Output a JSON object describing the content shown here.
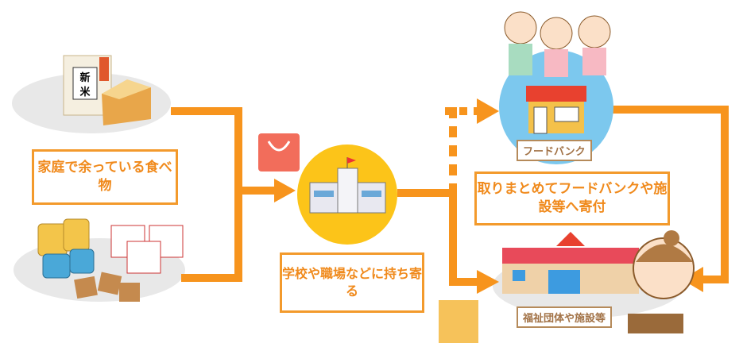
{
  "labels": {
    "household_food": "家庭で余っている食べ物",
    "bring_to_school": "学校や職場などに持ち寄る",
    "donate": "取りまとめてフードバンクや施設等へ寄付",
    "food_bank": "フードバンク",
    "welfare": "福祉団体や施設等",
    "rice_bag": "新米"
  },
  "colors": {
    "arrow": "#f7941d",
    "box_border": "#f39a2c",
    "text": "#f08a1c",
    "tag_text": "#a27246"
  }
}
